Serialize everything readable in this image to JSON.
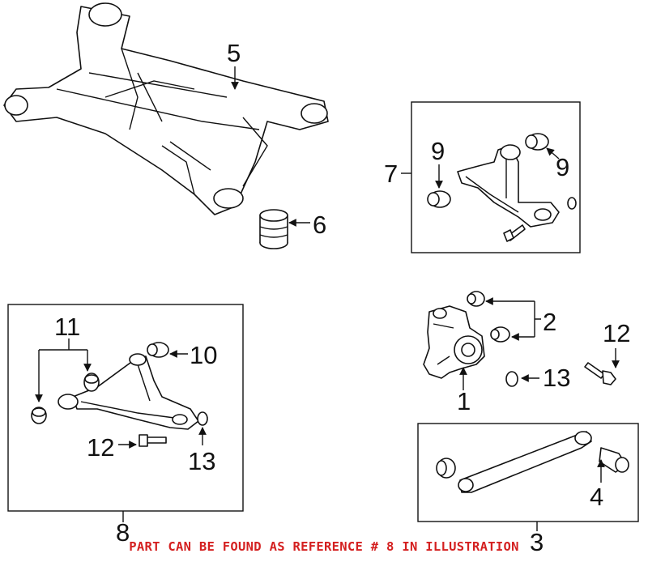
{
  "callouts": {
    "c1": "1",
    "c2": "2",
    "c3": "3",
    "c4": "4",
    "c5": "5",
    "c6": "6",
    "c7": "7",
    "c8": "8",
    "c9a": "9",
    "c9b": "9",
    "c10": "10",
    "c11": "11",
    "c12a": "12",
    "c12b": "12",
    "c13a": "13",
    "c13b": "13"
  },
  "footer": "PART CAN BE FOUND AS REFERENCE # 8 IN ILLUSTRATION",
  "colors": {
    "footer_text": "#d42020",
    "line_art": "#111111",
    "background": "#ffffff"
  }
}
